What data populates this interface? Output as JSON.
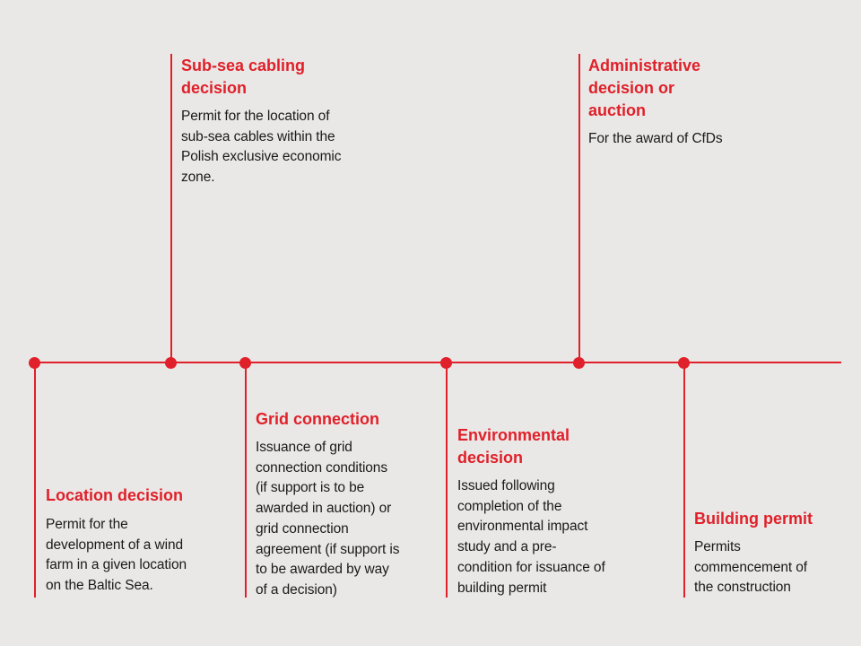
{
  "colors": {
    "accent": "#e0202a",
    "background": "#eae8e6",
    "text": "#1a1a1a"
  },
  "milestones": [
    {
      "id": "location",
      "title": "Location decision",
      "description": "Permit for the\ndevelopment of a wind\nfarm in a given location\non the Baltic Sea."
    },
    {
      "id": "subsea",
      "title": "Sub-sea cabling\ndecision",
      "description": "Permit for the location of\nsub-sea cables within the\nPolish exclusive economic\nzone."
    },
    {
      "id": "grid",
      "title": "Grid connection",
      "description": "Issuance of grid\nconnection  conditions\n(if support is to be\nawarded in auction) or\ngrid connection\nagreement (if support is\nto be awarded by way\nof a decision)"
    },
    {
      "id": "environmental",
      "title": "Environmental\ndecision",
      "description": "Issued following\ncompletion of the\nenvironmental impact\nstudy and a pre-\ncondition for issuance of\nbuilding permit"
    },
    {
      "id": "administrative",
      "title": "Administrative\ndecision or\nauction",
      "description": "For the award of CfDs"
    },
    {
      "id": "building",
      "title": "Building permit",
      "description": "Permits\ncommencement of\nthe construction"
    }
  ]
}
